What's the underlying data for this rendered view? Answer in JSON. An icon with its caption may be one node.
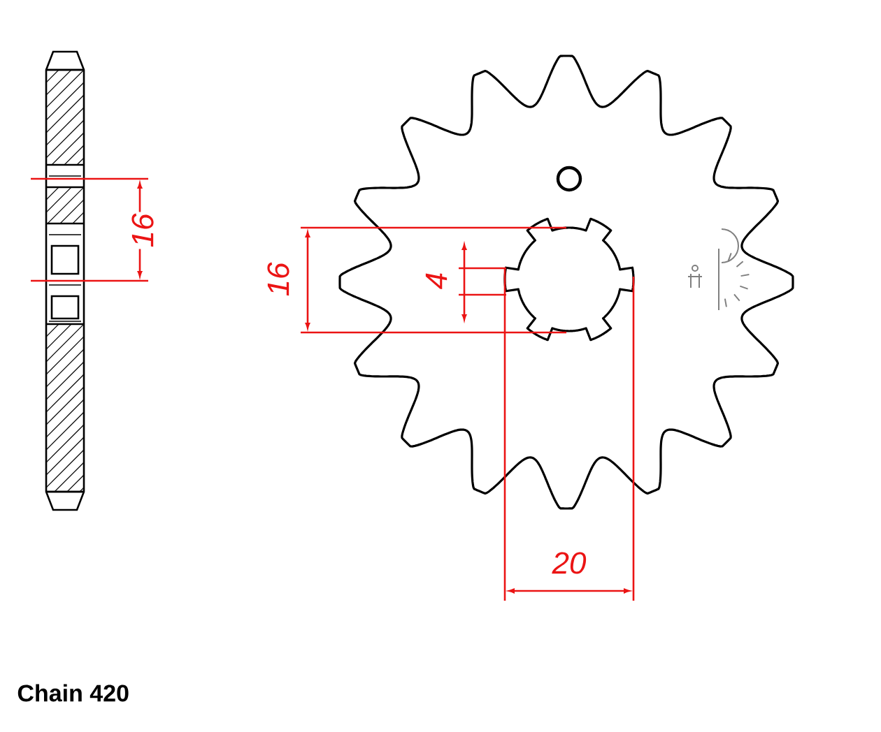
{
  "diagram": {
    "labels": [
      "16",
      "16",
      "4",
      "20",
      "Chain 420"
    ]
  }
}
